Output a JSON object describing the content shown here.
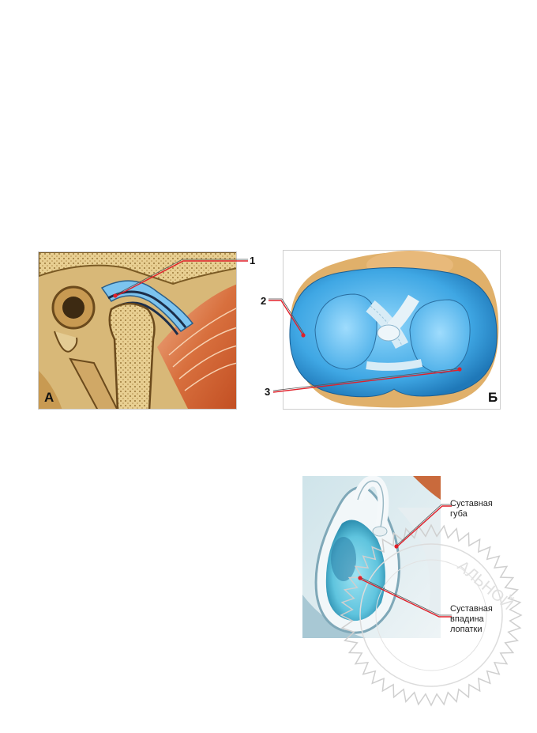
{
  "figure_a": {
    "letter": "А",
    "callout": "1"
  },
  "figure_b": {
    "letter": "Б",
    "callouts": [
      "2",
      "3"
    ]
  },
  "figure_c": {
    "label_top": "Суставная губа",
    "label_bottom": "Суставная впадина лопатки"
  },
  "colors": {
    "bone": "#d9b36a",
    "cartilage": "#6ab8e8",
    "muscle": "#d76a3a",
    "callout_line": "#e0202a",
    "stamp": "#d6d6d6"
  }
}
